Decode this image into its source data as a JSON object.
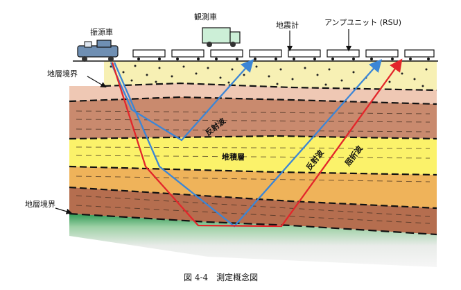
{
  "labels": {
    "vibrator_truck": "振源車",
    "observation_truck": "観測車",
    "seismometer": "地震計",
    "amplifier_unit": "アンプユニット (RSU)",
    "layer_boundary_top": "地層境界",
    "layer_boundary_bottom": "地層境界",
    "reflected_wave_1": "反射波",
    "reflected_wave_2": "反射波",
    "refracted_wave": "屈折波",
    "sedimentary_layer": "堆積層"
  },
  "caption": "図 4-4　測定概念図",
  "colors": {
    "reflected_ray": "#3b86d6",
    "refracted_ray": "#e3262b",
    "top_soil": "#f7f0b4",
    "layer_pink": "#efc8b4",
    "layer_brown": "#c98a6e",
    "layer_yellow": "#fbf26a",
    "layer_orange": "#efb35a",
    "layer_dark_brown": "#b56e4f",
    "bedrock_green": "#2f9a54",
    "bedrock_grey": "#e6e6e6"
  }
}
